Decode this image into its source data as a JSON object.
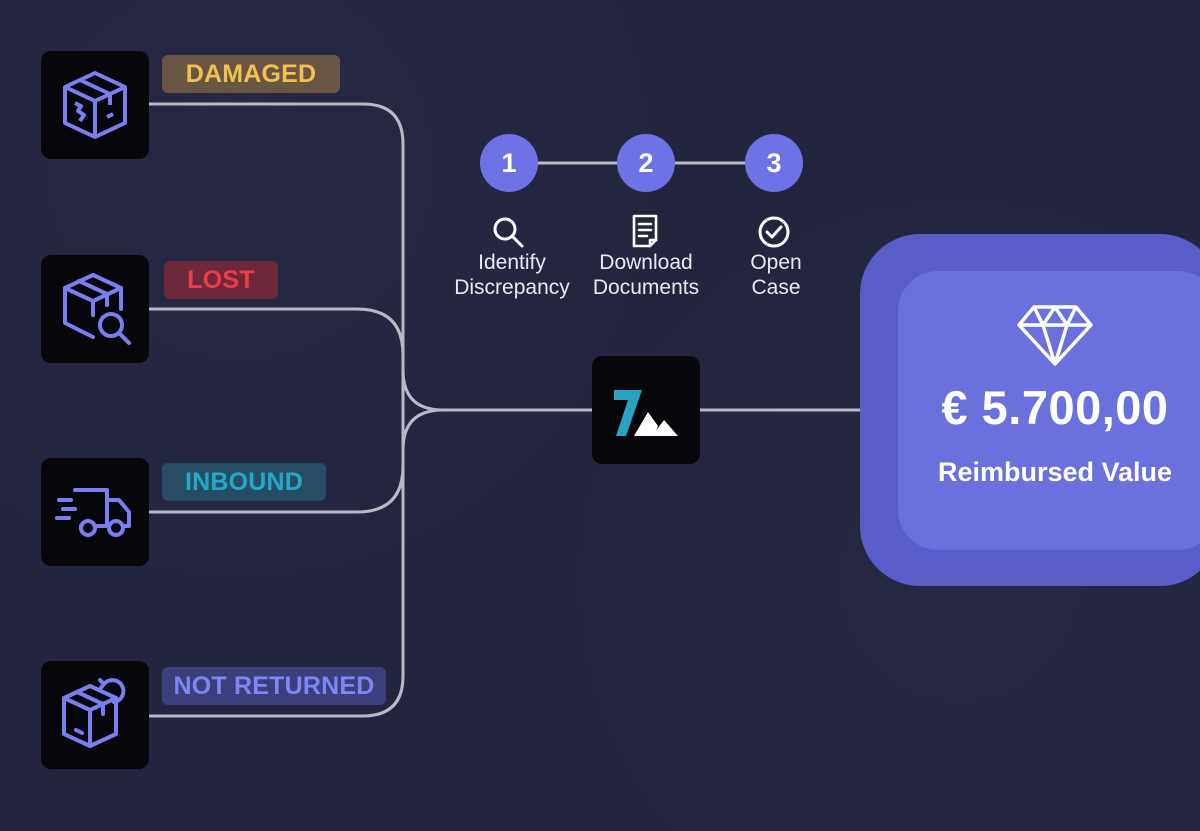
{
  "categories": [
    {
      "label": "DAMAGED",
      "icon": "damaged-box-icon",
      "color": "#f1c04f"
    },
    {
      "label": "LOST",
      "icon": "lost-box-search-icon",
      "color": "#ef3b48"
    },
    {
      "label": "INBOUND",
      "icon": "delivery-truck-icon",
      "color": "#25a8c7"
    },
    {
      "label": "NOT RETURNED",
      "icon": "return-box-icon",
      "color": "#7f86f4"
    }
  ],
  "steps": [
    {
      "number": "1",
      "line1": "Identify",
      "line2": "Discrepancy",
      "icon": "search-icon"
    },
    {
      "number": "2",
      "line1": "Download",
      "line2": "Documents",
      "icon": "document-icon"
    },
    {
      "number": "3",
      "line1": "Open",
      "line2": "Case",
      "icon": "check-circle-icon"
    }
  ],
  "center_logo": {
    "icon": "brand-logo-icon"
  },
  "result": {
    "amount": "€ 5.700,00",
    "label": "Reimbursed Value",
    "icon": "diamond-icon"
  },
  "colors": {
    "background": "#23253f",
    "accent": "#6e72e6",
    "connector": "#b7b7c4"
  }
}
